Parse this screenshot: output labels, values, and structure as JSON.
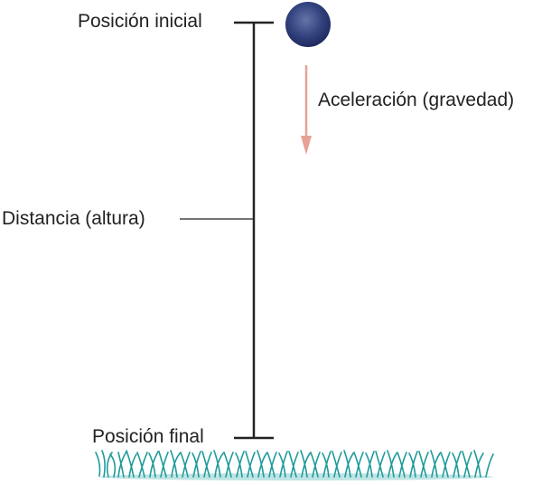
{
  "diagram": {
    "labels": {
      "initial_position": "Posición inicial",
      "acceleration": "Aceleración (gravedad)",
      "distance": "Distancia (altura)",
      "final_position": "Posición final"
    },
    "colors": {
      "ball": "#2e3f7e",
      "arrow": "#e8a196",
      "line": "#222222",
      "grass": "#1f9a9a"
    }
  }
}
